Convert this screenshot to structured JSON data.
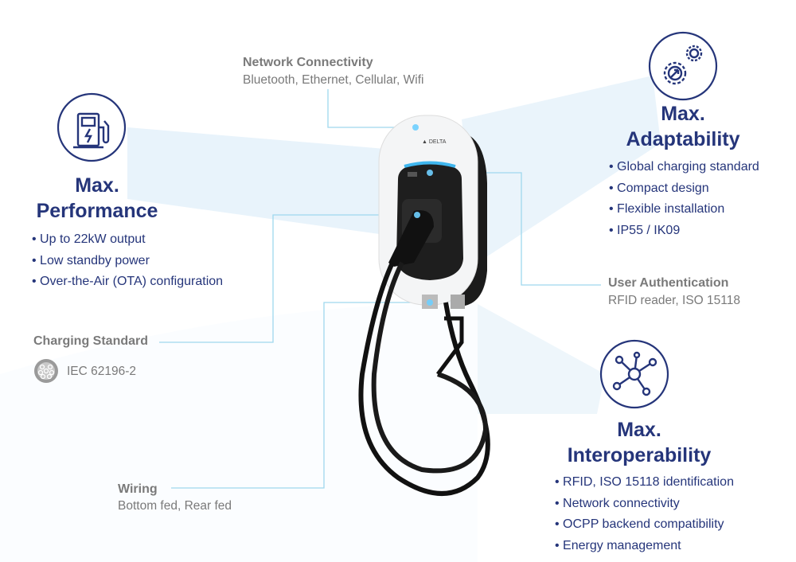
{
  "performance": {
    "title1": "Max.",
    "title2": "Performance",
    "bullets": [
      "• Up to 22kW output",
      "• Low standby power",
      "• Over-the-Air (OTA) configuration"
    ],
    "icon": "ev-charger-pump-icon"
  },
  "adaptability": {
    "title1": "Max.",
    "title2": "Adaptability",
    "bullets": [
      "• Global charging standard",
      "• Compact design",
      "• Flexible installation",
      "• IP55 / IK09"
    ],
    "icon": "gears-icon"
  },
  "interoperability": {
    "title1": "Max.",
    "title2": "Interoperability",
    "bullets": [
      "• RFID, ISO 15118 identification",
      "• Network connectivity",
      "• OCPP backend compatibility",
      "• Energy management"
    ],
    "icon": "network-nodes-icon"
  },
  "callouts": {
    "network": {
      "label": "Network Connectivity",
      "value": "Bluetooth, Ethernet, Cellular, Wifi"
    },
    "auth": {
      "label": "User Authentication",
      "value": "RFID reader, ISO 15118"
    },
    "charging": {
      "label": "Charging Standard",
      "value": "IEC 62196-2"
    },
    "wiring": {
      "label": "Wiring",
      "value": "Bottom fed, Rear fed"
    }
  },
  "brand": "DELTA",
  "colors": {
    "navy": "#25357a",
    "gray": "#7a7a7a",
    "line": "#9fd8ee",
    "beam": "#e4f1fa"
  }
}
